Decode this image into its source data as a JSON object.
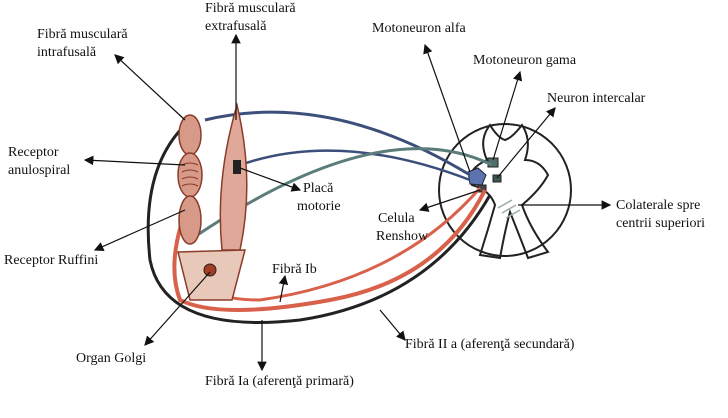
{
  "labels": {
    "intrafusal": [
      "Fibră musculară",
      "intrafusală"
    ],
    "extrafusal": [
      "Fibră musculară",
      "extrafusală"
    ],
    "motoneuron_alfa": "Motoneuron alfa",
    "motoneuron_gama": "Motoneuron gama",
    "neuron_intercalar": "Neuron intercalar",
    "receptor_anulospiral": [
      "Receptor",
      "anulospiral"
    ],
    "placa_motorie": [
      "Placă",
      "motorie"
    ],
    "celula_renshow": [
      "Celula",
      "Renshow"
    ],
    "colaterale": [
      "Colaterale spre",
      "centrii superiori"
    ],
    "receptor_ruffini": "Receptor Ruffini",
    "fibra_ib": "Fibră Ib",
    "organ_golgi": "Organ Golgi",
    "fibra_iia": "Fibră II a (aferenţă secundară)",
    "fibra_ia": "Fibră Ia (aferenţă primară)"
  },
  "colors": {
    "afferent_red": "#d9604a",
    "efferent_blue": "#3c4f7a",
    "gamma_teal": "#5a7d7c",
    "muscle": "#d89a88",
    "outline": "#222222"
  }
}
